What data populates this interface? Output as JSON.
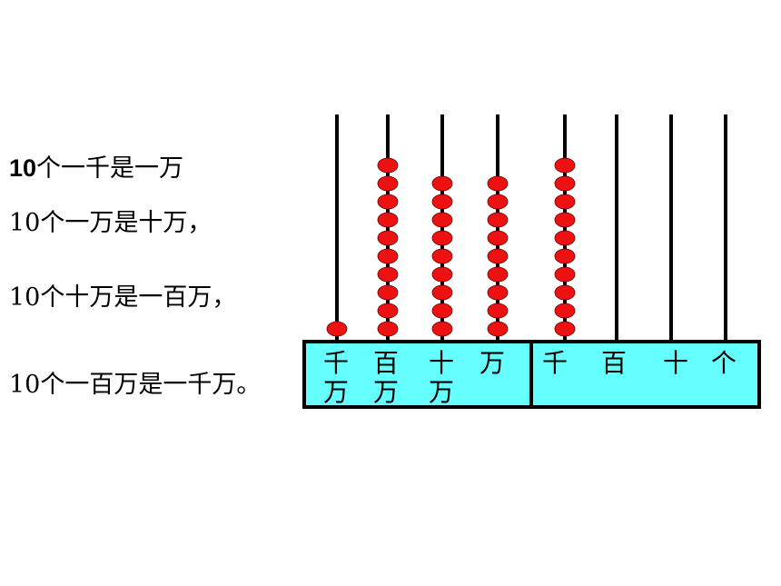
{
  "statements": [
    {
      "num": "10",
      "text": "个一千是一万"
    },
    {
      "num": "10",
      "text": "个一万是十万，"
    },
    {
      "num": "10",
      "text": "个十万是一百万，"
    },
    {
      "num": "10",
      "text": "个一百万是一千万。"
    }
  ],
  "abacus": {
    "rods": [
      {
        "label_top": "千",
        "label_bottom": "万",
        "beads": 1
      },
      {
        "label_top": "百",
        "label_bottom": "万",
        "beads": 10
      },
      {
        "label_top": "十",
        "label_bottom": "万",
        "beads": 9
      },
      {
        "label_top": "万",
        "label_bottom": "",
        "beads": 9
      },
      {
        "label_top": "千",
        "label_bottom": "",
        "beads": 10
      },
      {
        "label_top": "百",
        "label_bottom": "",
        "beads": 0
      },
      {
        "label_top": "十",
        "label_bottom": "",
        "beads": 0
      },
      {
        "label_top": "个",
        "label_bottom": "",
        "beads": 0
      }
    ],
    "colors": {
      "bead": "#ee1111",
      "frame_fill": "#66ffff",
      "rod": "#000000"
    }
  }
}
